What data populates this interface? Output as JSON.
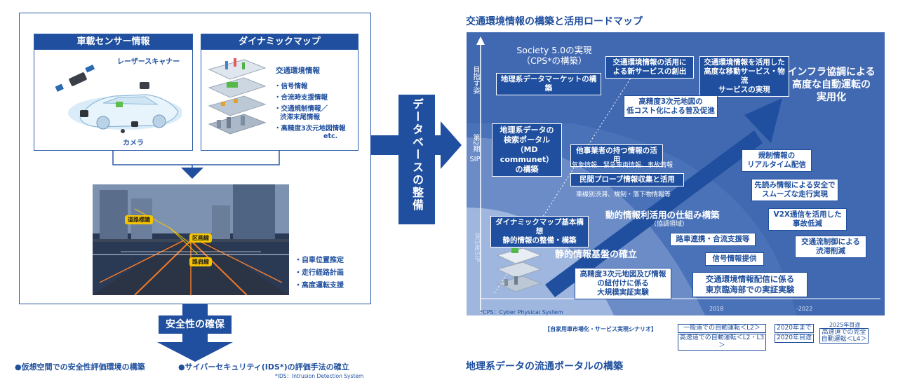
{
  "left": {
    "sensor_title": "車載センサー情報",
    "laser_label": "レーザースキャナー",
    "camera_label": "カメラ",
    "dynamic_map_title": "ダイナミックマップ",
    "dynamic_items": {
      "heading": "交通環境情報",
      "i1": "・信号情報",
      "i2": "・合流時支援情報",
      "i3a": "・交通規制情報／",
      "i3b": "渋滞末尾情報",
      "i4": "・高精度3次元地図情報",
      "etc": "etc."
    },
    "road_tags": [
      "道路標識",
      "区画線",
      "路肩線"
    ],
    "bullets": [
      "・自車位置推定",
      "・走行経路計画",
      "・高度運転支援"
    ],
    "safety_label": "安全性の確保",
    "bottom1": "●仮想空間での安全性評価環境の構築",
    "bottom2": "●サイバーセキュリティ(IDS*)の評価手法の確立",
    "ids_note": "*IDS：Intrusion Detection System"
  },
  "middle": {
    "db_label": "データベースの整備"
  },
  "right": {
    "title": "交通環境情報の構築と活用ロードマップ",
    "bottom_title": "地理系データの流通ポータルの構築",
    "society_l1": "Society 5.0の実現",
    "society_l2": "（CPS*の構築）",
    "axis_goal": "目指す姿",
    "axis_sip2_l1": "第2期",
    "axis_sip2_l2": "SIP",
    "axis_sip1": "第1期SIP",
    "boxes": {
      "geo_market": "地理系データマーケットの構築",
      "new_service_l1": "交通環境情報の活用に",
      "new_service_l2": "よる新サービスの創出",
      "mobility_l1": "交通環境情報を活用した",
      "mobility_l2": "高度な移動サービス・物流",
      "mobility_l3": "サービスの実現",
      "infra_l1": "インフラ協調による",
      "infra_l2": "高度な自動運転の",
      "infra_l3": "実用化",
      "lowcost_l1": "高精度3次元地図の",
      "lowcost_l2": "低コスト化による普及促進",
      "portal_l1": "地理系データの",
      "portal_l2": "検索ポータル",
      "portal_l3": "（MD communet）",
      "portal_l4": "の構築",
      "other_biz": "他事業者の持つ情報の活用",
      "other_biz_sub": "気象情報、緊急車両情報、事故情報",
      "probe": "民間プローブ情報収集と活用",
      "probe_sub": "車線別渋滞、規制・落下物情報等",
      "realtime_l1": "規制情報の",
      "realtime_l2": "リアルタイム配信",
      "foresee_l1": "先読み情報による安全で",
      "foresee_l2": "スムーズな走行実現",
      "v2x_l1": "V2X通信を活用した",
      "v2x_l2": "事故低減",
      "control_l1": "交通流制御による",
      "control_l2": "渋滞削減",
      "dynamic_mech": "動的情報利活用の仕組み構築",
      "dynamic_mech_sub": "（協調領域）",
      "dm_basic_l1": "ダイナミックマップ基本構想",
      "dm_basic_l2": "静的情報の整備・構築",
      "static_base": "静的情報基盤の確立",
      "merge": "路車連携・合流支援等",
      "signal": "信号情報提供",
      "bigdemo_l1": "高精度3次元地図及び情報",
      "bigdemo_l2": "の紐付けに係る",
      "bigdemo_l3": "大規模実証実験",
      "tokyo_l1": "交通環境情報配信に係る",
      "tokyo_l2": "東京臨海部での実証実験"
    },
    "year_2018": "2018",
    "year_2022": "-2022",
    "cps_note": "*CPS：Cyber Physical System",
    "legend": {
      "scenario": "【自家用車市場化・サービス実現シナリオ】",
      "general_road": "一般道での自動運転＜L2＞",
      "highway_l2l3": "高速道での自動運転＜L2・L3＞",
      "by2020": "2020年まで",
      "target2020": "2020年目途",
      "target2025": "2025年目途",
      "highway_l4_l1": "高速道での完全",
      "highway_l4_l2": "自動運転＜L4＞"
    }
  },
  "colors": {
    "navy": "#1f4f9e",
    "bg_light": "#7f9fd0",
    "bg_mid": "#5a80c2",
    "bg_dark": "#3c66b2",
    "tag_yellow": "#f5c400"
  }
}
